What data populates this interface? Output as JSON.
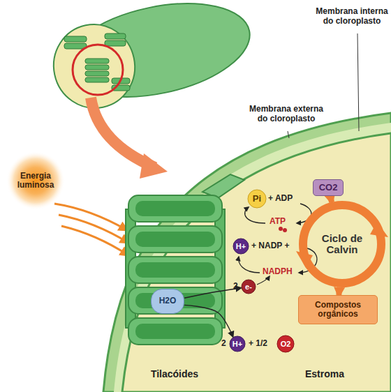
{
  "diagram": {
    "nodes": [
      {
        "text": [
          "Energia luminosa"
        ]
      },
      {
        "text": [
          "Pi"
        ]
      },
      {
        "text": [
          "CO2"
        ]
      },
      {
        "text": [
          "H+"
        ]
      },
      {
        "text": [
          "Ciclo de Calvin"
        ]
      },
      {
        "text": [
          "e-"
        ]
      },
      {
        "text": [
          "H2O"
        ]
      },
      {
        "text": [
          "Compostos orgânicos"
        ]
      },
      {
        "text": [
          "H+"
        ]
      },
      {
        "text": [
          "O2"
        ]
      }
    ],
    "edges": [
      {
        "from": 2,
        "to": 4,
        "arrow": "to"
      },
      {
        "from": 4,
        "to": 7,
        "arrow": "to"
      },
      {
        "from": 6,
        "to": 5,
        "arrow": "to"
      },
      {
        "from": 6,
        "to": 8,
        "arrow": "to"
      }
    ],
    "labels": [
      "Membrana interna do cloroplasto",
      "Membrana externa do cloroplasto",
      "+ ADP",
      "ATP",
      "+ NADP +",
      "NADPH",
      "2",
      "2",
      "+ 1/2",
      "Tilacóides",
      "Estroma"
    ]
  }
}
